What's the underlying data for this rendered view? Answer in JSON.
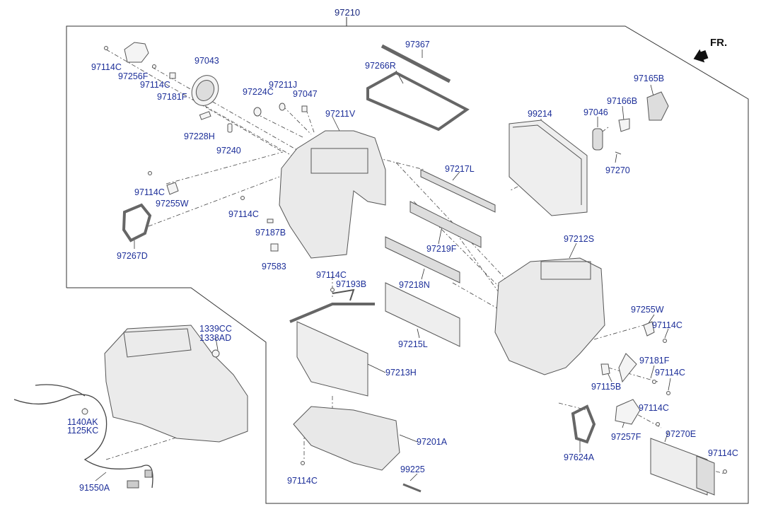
{
  "diagram": {
    "assembly_label": "97210",
    "front_marker": "FR.",
    "labels": [
      "97114C",
      "97256F",
      "97114C",
      "97181F",
      "97043",
      "97228H",
      "97240",
      "97224C",
      "97211J",
      "97047",
      "97367",
      "97266R",
      "97211V",
      "97165B",
      "97166B",
      "97046",
      "99214",
      "97270",
      "97217L",
      "97114C",
      "97255W",
      "97114C",
      "97187B",
      "97267D",
      "97583",
      "97219F",
      "97212S",
      "97218N",
      "97114C",
      "97193B",
      "97215L",
      "97255W",
      "97114C",
      "1339CC",
      "1338AD",
      "97213H",
      "97181F",
      "97115B",
      "97114C",
      "1140AK",
      "1125KC",
      "97114C",
      "97257F",
      "97270E",
      "97201A",
      "97624A",
      "99225",
      "97114C",
      "97114C",
      "91550A"
    ]
  },
  "colors": {
    "label": "#1d2f99",
    "line": "#333333",
    "part": "#555555"
  }
}
